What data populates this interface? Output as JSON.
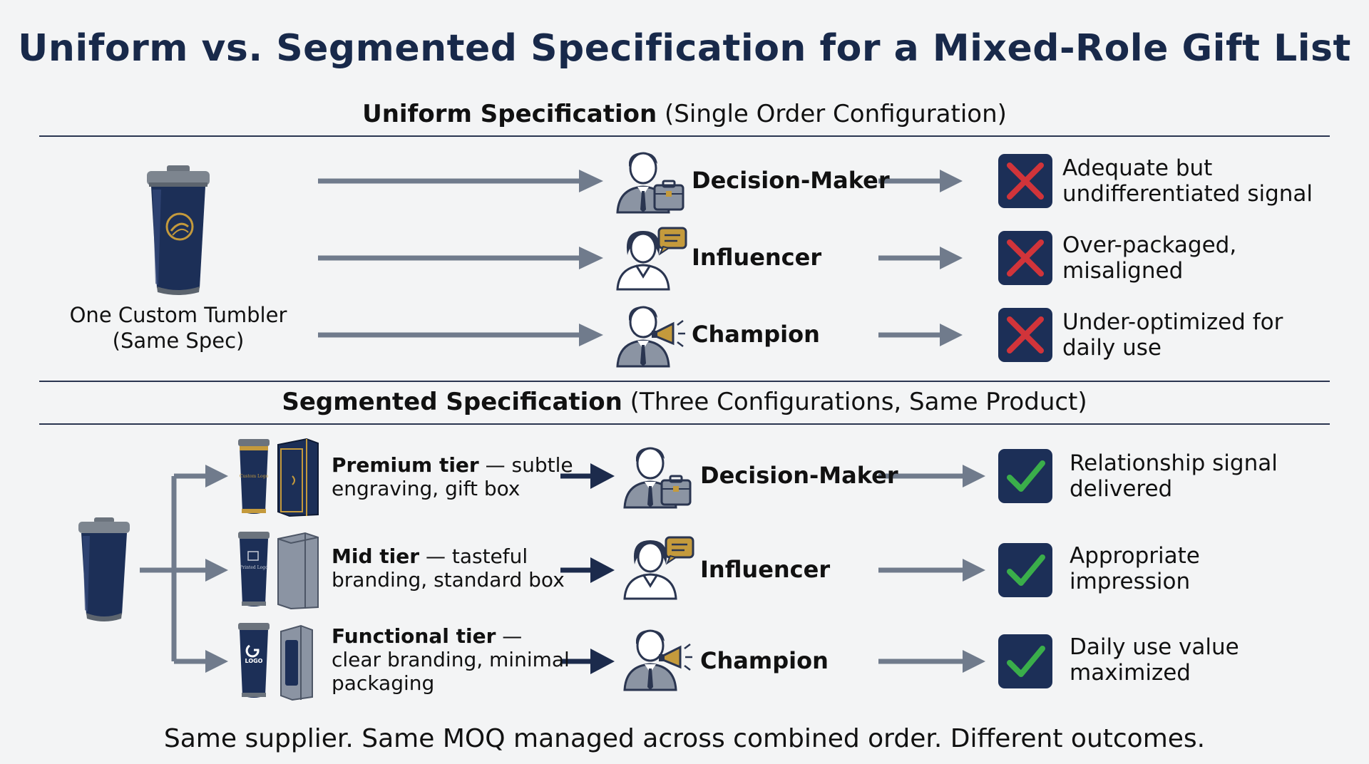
{
  "title": "Uniform vs. Segmented Specification for a Mixed-Role Gift List",
  "uniform": {
    "heading_bold": "Uniform Specification",
    "heading_rest": " (Single Order Configuration)",
    "product_caption_line1": "One Custom Tumbler",
    "product_caption_line2": "(Same Spec)",
    "rows": [
      {
        "role": "Decision-Maker",
        "outcome": "Adequate but undifferentiated signal",
        "status": "fail"
      },
      {
        "role": "Influencer",
        "outcome": "Over-packaged, misaligned",
        "status": "fail"
      },
      {
        "role": "Champion",
        "outcome": "Under-optimized for daily use",
        "status": "fail"
      }
    ]
  },
  "segmented": {
    "heading_bold": "Segmented Specification",
    "heading_rest": " (Three Configurations, Same Product)",
    "rows": [
      {
        "tier_bold": "Premium tier",
        "tier_rest": " — subtle engraving, gift box",
        "role": "Decision-Maker",
        "outcome": "Relationship signal delivered",
        "status": "pass",
        "tumbler_mark": "Custom Logo"
      },
      {
        "tier_bold": "Mid tier",
        "tier_rest": " — tasteful branding, standard box",
        "role": "Influencer",
        "outcome": "Appropriate impression",
        "status": "pass",
        "tumbler_mark": "Printed Logo"
      },
      {
        "tier_bold": "Functional tier",
        "tier_rest": " — clear branding, minimal packaging",
        "role": "Champion",
        "outcome": "Daily use value maximized",
        "status": "pass",
        "tumbler_mark": "LOGO"
      }
    ]
  },
  "footer": "Same supplier. Same MOQ managed across combined order. Different outcomes.",
  "colors": {
    "navy": "#1c2f57",
    "arrow_gray": "#707b8c",
    "arrow_dark": "#1c2b4c",
    "fail_red": "#d1343a",
    "pass_green": "#3aae4a",
    "gold": "#c49a3c"
  },
  "icons": {
    "decision_maker": "person-with-briefcase-icon",
    "influencer": "person-with-speech-bubble-icon",
    "champion": "person-with-megaphone-icon",
    "fail": "red-x-icon",
    "pass": "green-check-icon"
  }
}
